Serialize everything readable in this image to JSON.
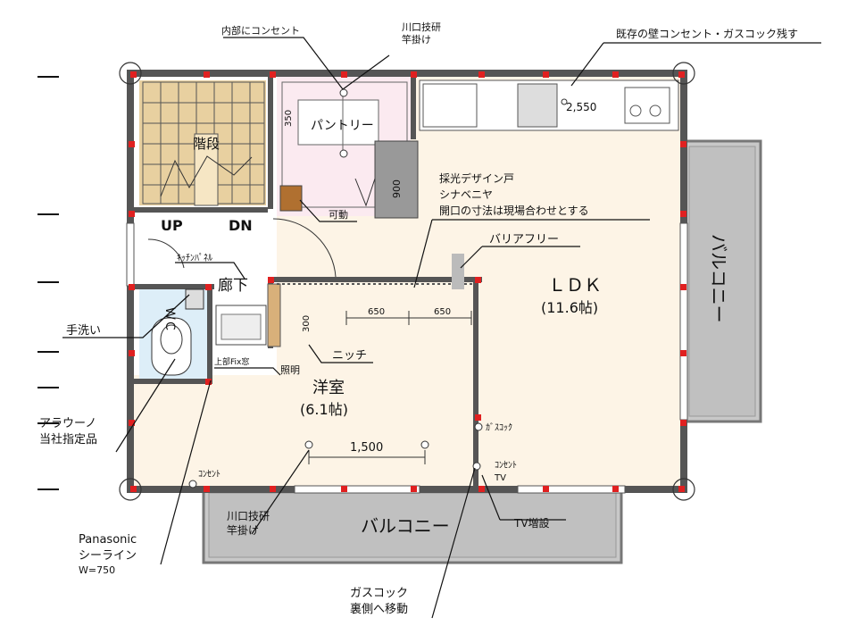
{
  "rooms": {
    "stair": "階段",
    "up": "UP",
    "dn": "DN",
    "pantry": "パントリー",
    "hall": "廊下",
    "toilet": "ＷＣ",
    "ldk": "ＬＤＫ",
    "ldk_size": "(11.6帖)",
    "western": "洋室",
    "western_size": "(6.1帖)",
    "balcony_right": "バルコニー",
    "balcony_bottom": "バルコニー"
  },
  "dimensions": {
    "pantry_depth": "350",
    "counter_w": "900",
    "kitchen_w": "2,550",
    "niche_h": "300",
    "door_left": "650",
    "door_right": "650",
    "window_w": "1,500"
  },
  "notes": {
    "interior_outlet": "内部にコンセント",
    "kawaguchi_top": [
      "川口技研",
      "竿掛け"
    ],
    "existing_wall": "既存の壁コンセント・ガスコック残す",
    "saiko_door": [
      "採光デザイン戸",
      "シナベニヤ",
      "開口の寸法は現場合わせとする"
    ],
    "barrier_free": "バリアフリー",
    "kitchen_panel": "ｷｯﾁﾝﾊﾟﾈﾙ",
    "movable": "可動",
    "hand_wash": "手洗い",
    "niche": "ニッチ",
    "upper_fix": "上部Fix窓",
    "lighting": "照明",
    "aalauno": [
      "アラウーノ",
      "当社指定品"
    ],
    "gas_cock": "ｶﾞｽｺｯｸ",
    "outlet_tv": [
      "ｺﾝｾﾝﾄ",
      "TV"
    ],
    "outlet": "ｺﾝｾﾝﾄ",
    "tv_add": "TV増設",
    "kawaguchi_bottom": [
      "川口技研",
      "竿掛け"
    ],
    "panasonic": [
      "Panasonic",
      "シーライン",
      "W=750"
    ],
    "gas_move": [
      "ガスコック",
      "裏側へ移動"
    ]
  }
}
